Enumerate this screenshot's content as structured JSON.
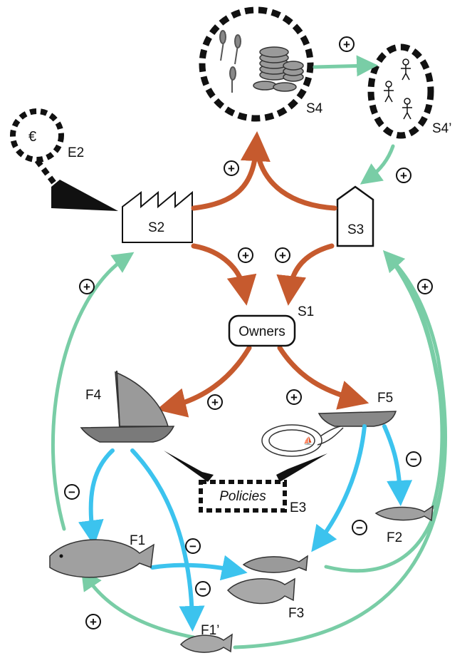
{
  "nodes": {
    "s1": {
      "text": "Owners",
      "label": "S1"
    },
    "s2": {
      "label": "S2"
    },
    "s3": {
      "label": "S3"
    },
    "s4": {
      "label": "S4"
    },
    "s4p": {
      "label": "S4’"
    },
    "e2": {
      "symbol": "€",
      "label": "E2"
    },
    "e3": {
      "text": "Policies",
      "label": "E3"
    },
    "f1": {
      "label": "F1"
    },
    "f1p": {
      "label": "F1’"
    },
    "f2": {
      "label": "F2"
    },
    "f3": {
      "label": "F3"
    },
    "f4": {
      "label": "F4"
    },
    "f5": {
      "label": "F5"
    }
  },
  "signs": {
    "plus": "+",
    "minus": "−"
  },
  "colors": {
    "orange_arrow": "#c65a2e",
    "blue_arrow": "#3cc3ee",
    "green_arrow": "#79cda6",
    "black_arrow": "#111111"
  }
}
